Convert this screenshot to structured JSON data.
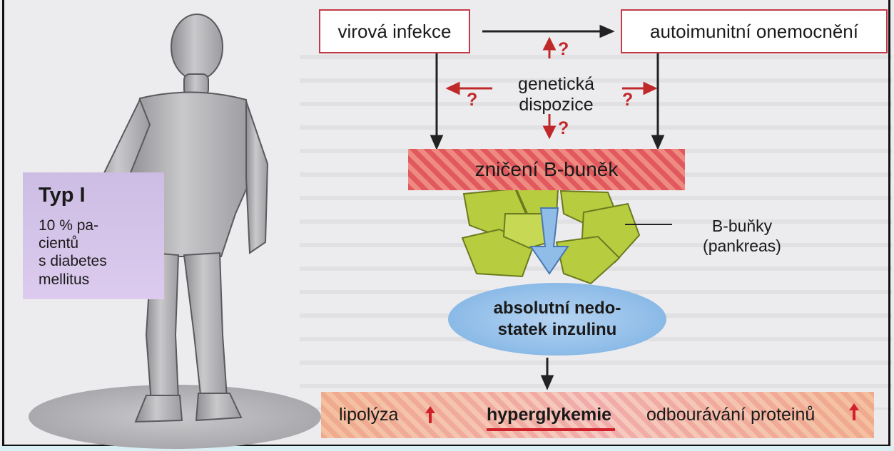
{
  "nodes": {
    "viral": "virová infekce",
    "autoimmune": "autoimunitní onemocnění",
    "genetic_line1": "genetická",
    "genetic_line2": "dispozice",
    "question": "?",
    "destruction": "zničení B-buněk",
    "bcell_line1": "B-buňky",
    "bcell_line2": "(pankreas)",
    "deficiency_line1": "absolutní nedo-",
    "deficiency_line2": "statek inzulinu"
  },
  "type_box": {
    "title": "Typ I",
    "line1": "10 % pa-",
    "line2": "cientů",
    "line3": "s diabetes",
    "line4": "mellitus"
  },
  "result_bar": {
    "lipolysis": "lipolýza",
    "hyperglycemia": "hyperglykemie",
    "proteolysis": "odbourávání proteinů"
  },
  "colors": {
    "accent_red": "#c0282a",
    "box_border": "#c23a48",
    "pancreas_green": "#b7cc3e",
    "ellipse_blue": "#8ebce8",
    "typ_violet": "#cdbde4"
  }
}
